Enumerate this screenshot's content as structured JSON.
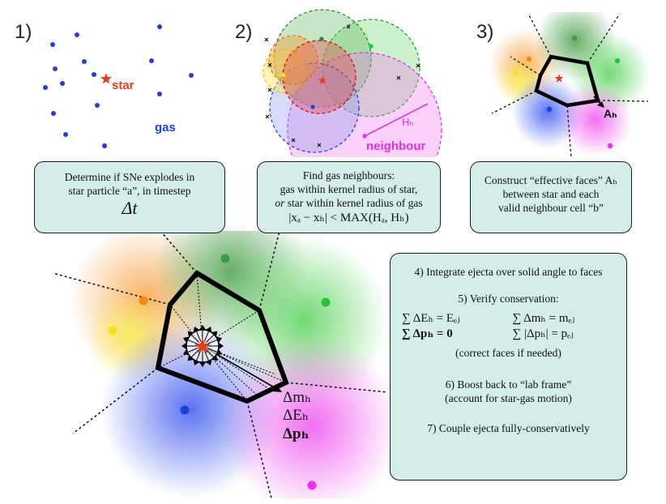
{
  "panels": {
    "p1": {
      "number": "1)",
      "star_label": "star",
      "gas_label": "gas",
      "caption_line1": "Determine if SNe explodes in",
      "caption_line2": "star particle “a”, in timestep",
      "caption_line3": "Δt"
    },
    "p2": {
      "number": "2)",
      "h_label": "Hₕ",
      "neighbour_label": "neighbour",
      "caption_line1": "Find gas neighbours:",
      "caption_line2": "gas within kernel radius of star,",
      "caption_line3_em": "or",
      "caption_line3_rest": " star within kernel radius of gas",
      "caption_line4": "|xₐ − xₕ| < MAX(Hₐ, Hₕ)"
    },
    "p3": {
      "number": "3)",
      "a_label": "Aₕ",
      "caption_line1": "Construct “effective faces” Aₕ",
      "caption_line2": "between star and each",
      "caption_line3": "valid neighbour cell “b”"
    }
  },
  "main": {
    "label_dm": "Δmₕ",
    "label_de": "ΔEₕ",
    "label_dp": "Δpₕ"
  },
  "steps": {
    "s4": "4) Integrate ejecta over solid angle to faces",
    "s5": "5) Verify conservation:",
    "eq1": "∑ ΔEₕ = Eₑⱼ",
    "eq2": "∑ Δmₕ = mₑⱼ",
    "eq3": "∑ Δpₕ = 0",
    "eq4": "∑ |Δpₕ| = pₑⱼ",
    "s5_note": "(correct faces if needed)",
    "s6_line1": "6) Boost back to “lab frame”",
    "s6_line2": "(account for star-gas motion)",
    "s7": "7) Couple ejecta fully-conservatively"
  },
  "colors": {
    "gas": "#1f3fe0",
    "star": "#e83a1c",
    "green": "#22c33a",
    "orange": "#f28a18",
    "yellow": "#f4e21c",
    "magenta": "#ee30ee",
    "box_fill": "#d4ecea"
  }
}
